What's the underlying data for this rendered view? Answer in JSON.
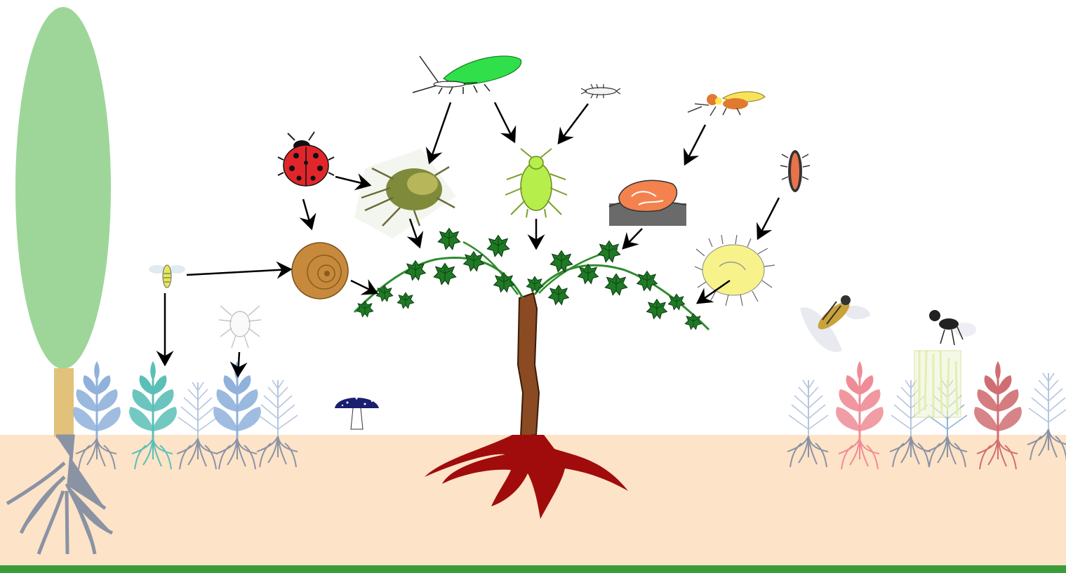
{
  "colors": {
    "sky": "#ffffff",
    "soil": "#fde3c8",
    "ground_band": "#3c9c3a",
    "poplar_crown": "#9ed69a",
    "poplar_trunk": "#e2c27a",
    "roots_gray": "#8a93a4",
    "vine_trunk": "#8a4a22",
    "vine_roots": "#a00c0c",
    "vine_leaf": "#1f7a25",
    "arrow": "#000000",
    "plant_blue": "#8fb1dc",
    "plant_teal": "#5bbfb7",
    "plant_pink": "#ef8c96",
    "plant_red": "#cf6e72",
    "lacewing_wing": "#2fe04a",
    "ladybird_red": "#e0262b",
    "aphid_green": "#b6ee4c",
    "scale_orange": "#f4824f",
    "mealybug_yellow": "#f8f28a",
    "mushroom_cap": "#1a1f6e"
  },
  "organisms": [
    {
      "id": "poplar-tree",
      "icon": "poplar-tree-icon"
    },
    {
      "id": "lacewing-adult",
      "icon": "lacewing-icon"
    },
    {
      "id": "lacewing-larva",
      "icon": "larva-icon"
    },
    {
      "id": "parasitoid-wasp",
      "icon": "wasp-icon"
    },
    {
      "id": "ladybird",
      "icon": "ladybird-icon"
    },
    {
      "id": "ladybird-larva",
      "icon": "ladybird-larva-icon"
    },
    {
      "id": "spider-mite",
      "icon": "mite-icon"
    },
    {
      "id": "aphid",
      "icon": "aphid-icon"
    },
    {
      "id": "soft-scale",
      "icon": "scale-insect-icon"
    },
    {
      "id": "mealybug",
      "icon": "mealybug-icon"
    },
    {
      "id": "small-wasp",
      "icon": "small-wasp-icon"
    },
    {
      "id": "snail-shell",
      "icon": "shell-icon"
    },
    {
      "id": "predatory-mite",
      "icon": "predatory-mite-icon"
    },
    {
      "id": "mushroom",
      "icon": "mushroom-icon"
    },
    {
      "id": "hoverfly",
      "icon": "hoverfly-icon"
    },
    {
      "id": "fly-on-fungus",
      "icon": "fly-icon"
    },
    {
      "id": "grapevine",
      "icon": "grapevine-icon"
    }
  ],
  "links": [
    {
      "from": "lacewing-adult",
      "to": "spider-mite"
    },
    {
      "from": "lacewing-adult",
      "to": "aphid"
    },
    {
      "from": "lacewing-larva",
      "to": "aphid"
    },
    {
      "from": "ladybird",
      "to": "spider-mite"
    },
    {
      "from": "ladybird",
      "to": "snail-shell"
    },
    {
      "from": "spider-mite",
      "to": "grapevine"
    },
    {
      "from": "aphid",
      "to": "grapevine"
    },
    {
      "from": "parasitoid-wasp",
      "to": "soft-scale"
    },
    {
      "from": "soft-scale",
      "to": "grapevine"
    },
    {
      "from": "ladybird-larva",
      "to": "mealybug"
    },
    {
      "from": "mealybug",
      "to": "grapevine"
    },
    {
      "from": "small-wasp",
      "to": "snail-shell"
    },
    {
      "from": "snail-shell",
      "to": "grapevine"
    },
    {
      "from": "small-wasp",
      "to": "ground-plant"
    },
    {
      "from": "predatory-mite",
      "to": "ground-plant"
    }
  ]
}
